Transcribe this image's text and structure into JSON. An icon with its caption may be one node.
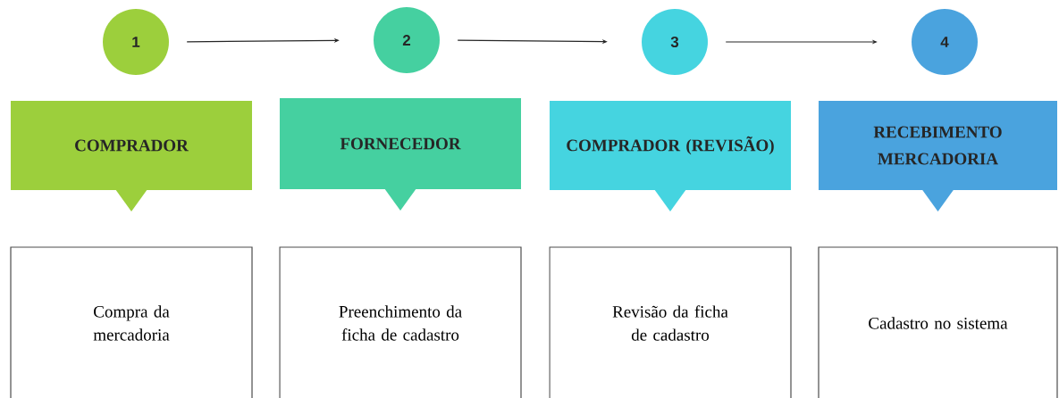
{
  "diagram": {
    "nodes": [
      {
        "text": [
          "1"
        ]
      },
      {
        "text": [
          "2"
        ]
      },
      {
        "text": [
          "3"
        ]
      },
      {
        "text": [
          "4"
        ]
      },
      {
        "text": [
          "COMPRADOR"
        ]
      },
      {
        "text": [
          "FORNECEDOR"
        ]
      },
      {
        "text": [
          "COMPRADOR (REVISÃO)"
        ]
      },
      {
        "text": [
          "RECEBIMENTO MERCADORIA"
        ]
      },
      {
        "text": [
          "Compra da mercadoria"
        ]
      },
      {
        "text": [
          "Preenchimento da ficha de cadastro"
        ]
      },
      {
        "text": [
          "Revisão da ficha de cadastro"
        ]
      },
      {
        "text": [
          "Cadastro no sistema"
        ]
      }
    ],
    "edges": [
      {
        "from": 0,
        "to": 1,
        "arrow": "to"
      },
      {
        "from": 1,
        "to": 2,
        "arrow": "to"
      },
      {
        "from": 2,
        "to": 3,
        "arrow": "to"
      }
    ]
  }
}
